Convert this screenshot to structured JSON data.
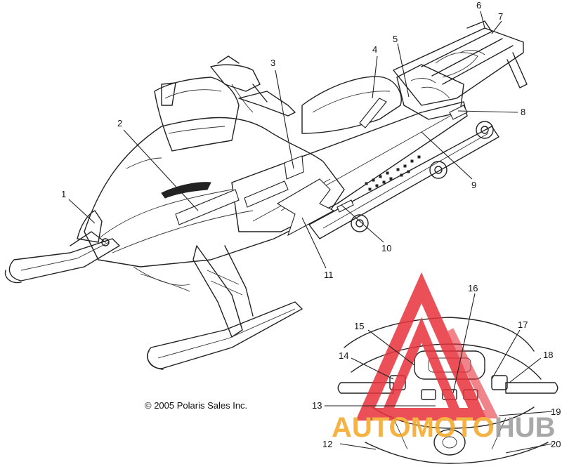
{
  "diagram": {
    "copyright": "© 2005 Polaris Sales Inc.",
    "callouts": [
      "1",
      "2",
      "3",
      "4",
      "5",
      "6",
      "7",
      "8",
      "9",
      "10",
      "11",
      "12",
      "13",
      "14",
      "15",
      "16",
      "17",
      "18",
      "19",
      "20"
    ]
  },
  "watermark": {
    "text_part1": "AUTOMOTO",
    "text_part2": "HUB",
    "color_orange": "#f5a623",
    "color_gray": "#9a9a9a",
    "color_red": "#e8323c"
  }
}
